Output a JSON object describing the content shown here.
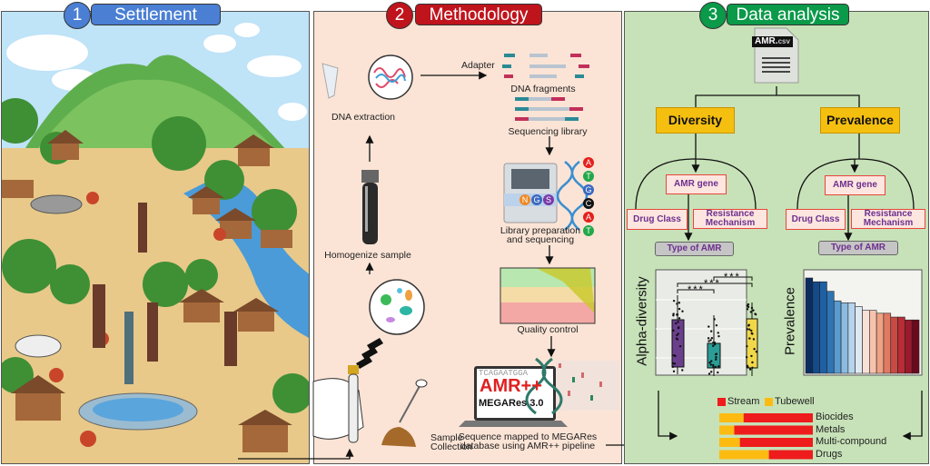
{
  "panels": [
    {
      "number": "1",
      "title": "Settlement",
      "color": "#4a7fd4"
    },
    {
      "number": "2",
      "title": "Methodology",
      "color": "#c0141c"
    },
    {
      "number": "3",
      "title": "Data analysis",
      "color": "#0a9a4a"
    }
  ],
  "methodology": {
    "dna_extraction": "DNA extraction",
    "adapter": "Adapter",
    "dna_fragments": "DNA fragments",
    "sequencing_library": "Sequencing library",
    "ngs": [
      "N",
      "G",
      "S"
    ],
    "bases": [
      "A",
      "T",
      "G",
      "C",
      "A",
      "T"
    ],
    "library_prep": [
      "Library preparation",
      "and sequencing"
    ],
    "quality_control": "Quality control",
    "homogenize": "Homogenize sample",
    "sample_collection": [
      "Sample",
      "Collection"
    ],
    "laptop_tool": "AMR++",
    "laptop_db": "MEGARes 3.0",
    "laptop_seq": "TCAGAATGGA",
    "mapping": [
      "Sequence mapped to MEGARes",
      "database using AMR++ pipeline"
    ]
  },
  "analysis": {
    "file_name": "AMR.",
    "file_ext": "csv",
    "diversity": "Diversity",
    "prevalence": "Prevalence",
    "amr_gene": "AMR gene",
    "drug_class": "Drug Class",
    "resistance_mechanism": [
      "Resistance",
      "Mechanism"
    ],
    "type_of_amr": "Type of AMR",
    "alpha_label": "Alpha-diversity",
    "prevalence_label": "Prevalence",
    "significance": "***"
  },
  "chart_data": [
    {
      "type": "box",
      "ylabel": "Alpha-diversity",
      "groups": [
        {
          "color": "#6a3f8c"
        },
        {
          "color": "#2a9d96"
        },
        {
          "color": "#f0d84a"
        }
      ],
      "significance": [
        "***",
        "***",
        "***"
      ]
    },
    {
      "type": "bar",
      "ylabel": "Prevalence",
      "values": [
        1.0,
        0.96,
        0.96,
        0.86,
        0.76,
        0.74,
        0.74,
        0.7,
        0.66,
        0.66,
        0.63,
        0.63,
        0.59,
        0.59,
        0.56,
        0.56
      ],
      "colors": [
        "#0b2d5e",
        "#144a8a",
        "#1f5fa3",
        "#2f74b5",
        "#5a9bd0",
        "#8bbbe0",
        "#b7d4ec",
        "#dfe9f2",
        "#f7e0d6",
        "#f6c3ae",
        "#f0a284",
        "#e07a62",
        "#c94a45",
        "#b82d36",
        "#9a1a2c",
        "#6b0a1e"
      ]
    },
    {
      "type": "stacked-bar",
      "legend": [
        "Stream",
        "Tubewell"
      ],
      "legend_colors": [
        "#ee1c1c",
        "#fdbb12"
      ],
      "categories": [
        "Biocides",
        "Metals",
        "Multi-compound",
        "Drugs"
      ],
      "series": [
        {
          "name": "Tubewell",
          "values": [
            0.26,
            0.16,
            0.22,
            0.53
          ]
        },
        {
          "name": "Stream",
          "values": [
            0.74,
            0.84,
            0.78,
            0.47
          ]
        }
      ]
    }
  ]
}
